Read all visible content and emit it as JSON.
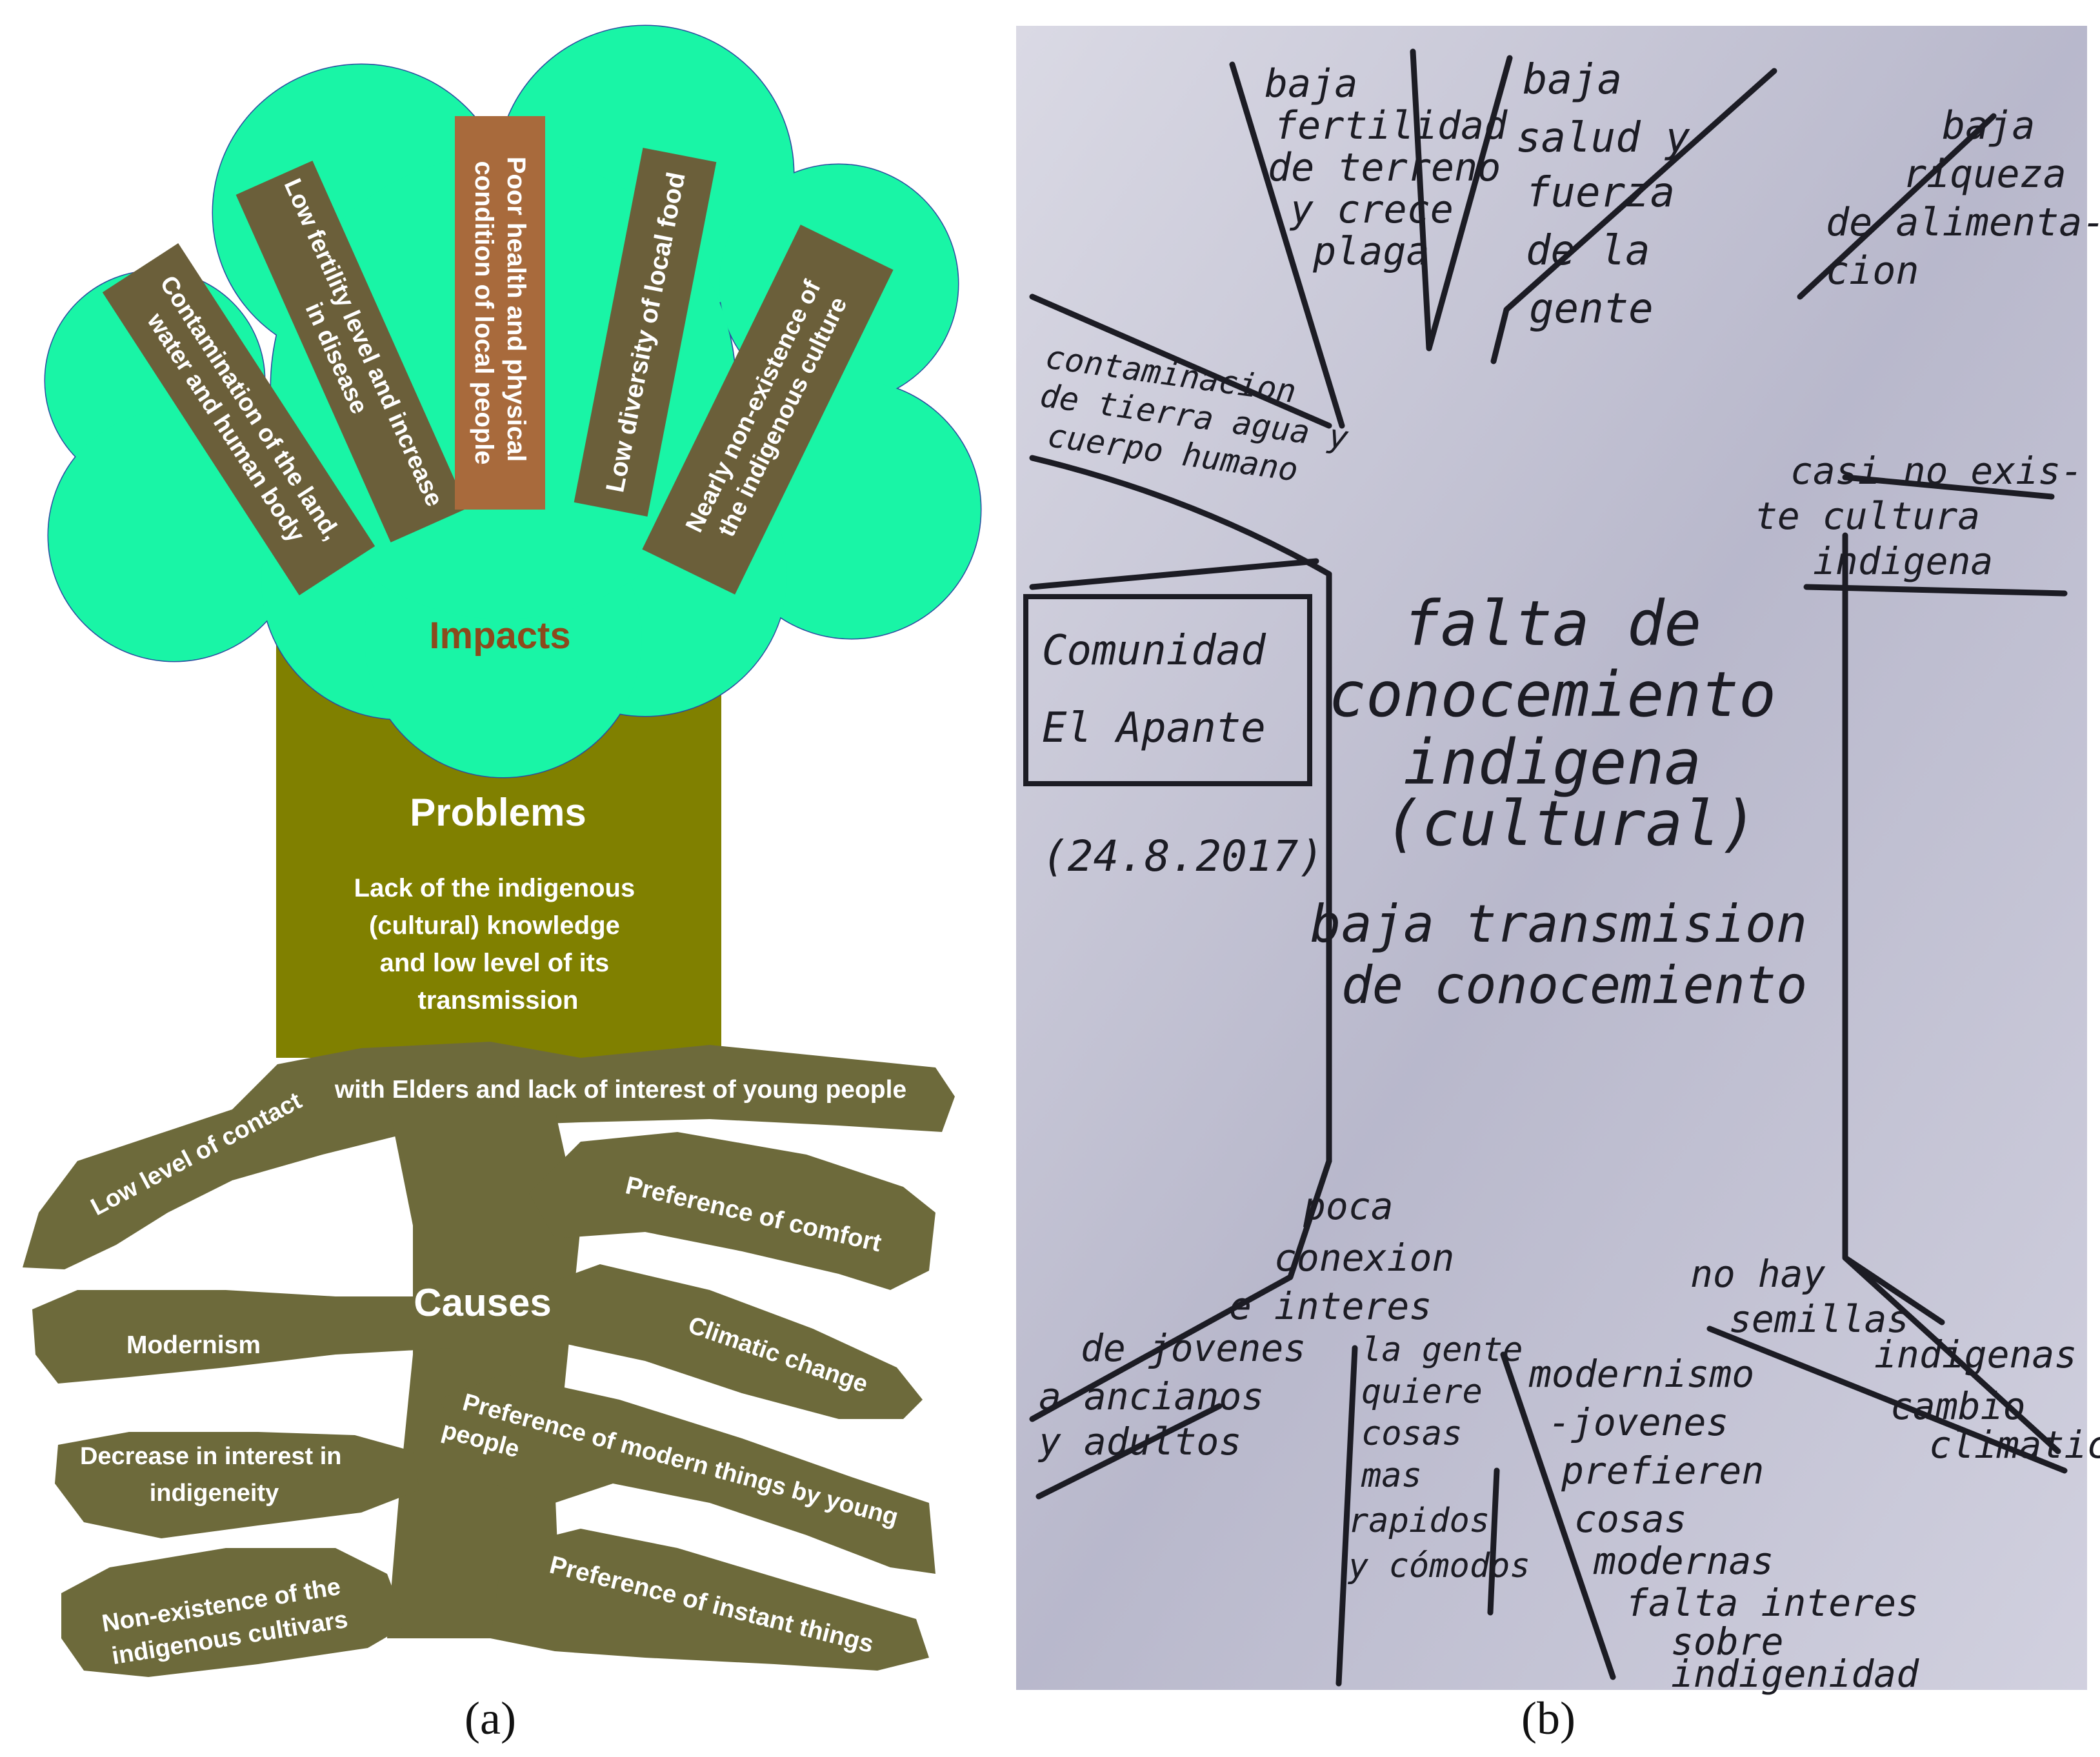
{
  "colors": {
    "canopy": "#19f5a6",
    "canopy_stroke": "#2b4aa0",
    "trunk": "#808000",
    "bar": "#6b5f3a",
    "bar_highlight": "#a86a3c",
    "roots": "#6d6a3b",
    "impacts_title": "#8b4a1d",
    "paper": "#c6c5d6",
    "ink": "#1c1c24"
  },
  "panel_a": {
    "caption": "(a)",
    "impacts_title": "Impacts",
    "impacts": [
      {
        "lines": [
          "Contamination of the land,",
          "water and human body"
        ]
      },
      {
        "lines": [
          "Low fertility level and increase",
          "in disease"
        ]
      },
      {
        "lines": [
          "Poor health and physical",
          "condition of local people"
        ]
      },
      {
        "lines": [
          "Low diversity of  local food"
        ]
      },
      {
        "lines": [
          "Nearly non-existence of",
          "the indigenous culture"
        ]
      }
    ],
    "problems_title": "Problems",
    "problems_lines": [
      "Lack of the indigenous",
      "(cultural) knowledge",
      "and low level of its",
      "transmission"
    ],
    "causes_title": "Causes",
    "causes": [
      {
        "lines": [
          "Low level of contact"
        ]
      },
      {
        "lines": [
          "with Elders and lack of interest of young people"
        ]
      },
      {
        "lines": [
          "Preference of comfort"
        ]
      },
      {
        "lines": [
          "Modernism"
        ]
      },
      {
        "lines": [
          "Climatic change"
        ]
      },
      {
        "lines": [
          "Decrease in interest in",
          "indigeneity"
        ]
      },
      {
        "lines": [
          "Preference of modern things by young",
          "people"
        ]
      },
      {
        "lines": [
          "Non-existence of the",
          "indigenous cultivars"
        ]
      },
      {
        "lines": [
          "Preference of instant things"
        ]
      }
    ]
  },
  "panel_b": {
    "caption": "(b)",
    "impacts": [
      {
        "lines": [
          "baja",
          "fertilidad",
          "de terreno",
          "y crece",
          "plaga"
        ]
      },
      {
        "lines": [
          "baja",
          "salud y",
          "fuerza",
          "de la",
          "gente"
        ]
      },
      {
        "lines": [
          "baja",
          "riqueza",
          "de alimenta-",
          "cion"
        ]
      },
      {
        "lines": [
          "contaminacion",
          "de tierra agua y",
          "cuerpo humano"
        ]
      },
      {
        "lines": [
          "casi no exis-",
          "te cultura",
          "indigena"
        ]
      }
    ],
    "community_box": [
      "Comunidad",
      "El Apante"
    ],
    "date": "(24.8.2017)",
    "problem_lines": [
      "falta de",
      "conocemiento",
      "indigena",
      "(cultural)"
    ],
    "transmission_lines": [
      "baja transmision",
      "de conocemiento"
    ],
    "causes": [
      {
        "lines": [
          "poca",
          "conexion",
          "e interes",
          "de jovenes",
          "a ancianos",
          "y adultos"
        ]
      },
      {
        "lines": [
          "la gente",
          "quiere",
          "cosas",
          "mas",
          "rapidos",
          "y cómodos"
        ]
      },
      {
        "lines": [
          "modernismo",
          "-jovenes",
          "prefieren",
          "cosas",
          "modernas",
          "falta interes",
          "sobre",
          "indigenidad"
        ]
      },
      {
        "lines": [
          "no hay",
          "semillas",
          "indigenas"
        ]
      },
      {
        "lines": [
          "cambio",
          "climatico"
        ]
      }
    ]
  }
}
